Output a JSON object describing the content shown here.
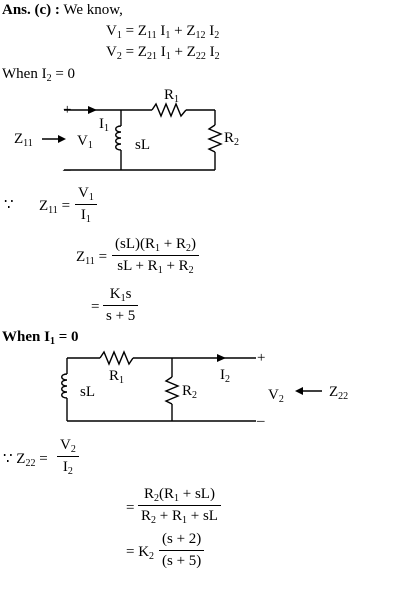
{
  "header": {
    "ans_label": "Ans. (c) :",
    "intro": " We know,"
  },
  "equations": {
    "v1_lhs": "V",
    "v1_rhs_a": "= Z",
    "v1_rhs_b": " I",
    "v1_rhs_c": " + Z",
    "v1_rhs_d": " I",
    "v2_lhs": "V",
    "v2_rhs_a": "= Z",
    "v2_rhs_b": " I",
    "v2_rhs_c": " + Z",
    "v2_rhs_d": " I",
    "sub_1": "1",
    "sub_2": "2",
    "sub_11": "11",
    "sub_12": "12",
    "sub_21": "21",
    "sub_22": "22"
  },
  "case1": {
    "heading_a": "When I",
    "heading_sub": "2",
    "heading_b": " = 0",
    "circuit": {
      "plus": "+",
      "minus": "–",
      "i_label": "I",
      "i_sub": "1",
      "r1_label": "R",
      "r1_sub": "1",
      "r2_label": "R",
      "r2_sub": "2",
      "sl_label": "sL",
      "z_label": "Z",
      "z_sub": "11",
      "v_label": "V",
      "v_sub": "1"
    },
    "because": "∵",
    "z11_lhs": "Z",
    "z11_sub": "11",
    "eq": "=",
    "frac1_num": "V",
    "frac1_num_sub": "1",
    "frac1_den": "I",
    "frac1_den_sub": "1",
    "frac2_num": "(sL)(R",
    "frac2_num_mid": " + R",
    "frac2_num_end": ")",
    "frac2_den": "sL + R",
    "frac2_den_mid": " + R",
    "frac3_num": "K",
    "frac3_num_end": "s",
    "frac3_den": "s + 5"
  },
  "case2": {
    "heading_a": "When I",
    "heading_sub": "1",
    "heading_b": " = 0",
    "circuit": {
      "plus": "+",
      "minus": "–",
      "i_label": "I",
      "i_sub": "2",
      "r1_label": "R",
      "r1_sub": "1",
      "r2_label": "R",
      "r2_sub": "2",
      "sl_label": "sL",
      "z_label": "Z",
      "z_sub": "22",
      "v_label": "V",
      "v_sub": "2"
    },
    "because": "∵ Z",
    "z22_sub": "22",
    "eq": "=",
    "frac1_num": "V",
    "frac1_num_sub": "2",
    "frac1_den": "I",
    "frac1_den_sub": "2",
    "frac2_num_a": "R",
    "frac2_num_b": "(R",
    "frac2_num_c": " + sL)",
    "frac2_den_a": "R",
    "frac2_den_b": " + R",
    "frac2_den_c": " + sL",
    "k_a": "= K",
    "k_num": "(s + 2)",
    "k_den": "(s + 5)"
  }
}
